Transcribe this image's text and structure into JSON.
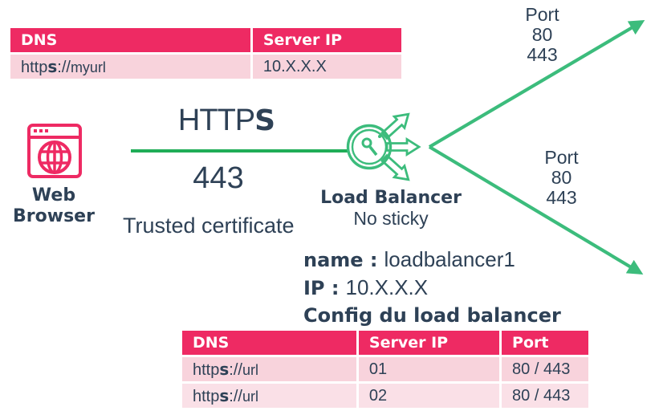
{
  "colors": {
    "crimson": "#EE2A63",
    "pink_row": "#F8D3DC",
    "pink_row_light": "#FAE0E7",
    "navy_text": "#2E4156",
    "green_line": "#1FAD57",
    "green_arrow": "#3CBC7C"
  },
  "top_table": {
    "headers": [
      "DNS",
      "Server IP"
    ],
    "row": {
      "dns": {
        "prefix": "http",
        "s": "s",
        "sep": "://",
        "host": "myurl"
      },
      "server_ip": "10.X.X.X"
    }
  },
  "browser": {
    "label_line1": "Web",
    "label_line2": "Browser"
  },
  "connection": {
    "protocol_regular": "HTTP",
    "protocol_bold": "S",
    "port": "443",
    "note": "Trusted certificate"
  },
  "load_balancer": {
    "label": "Load Balancer",
    "sub": "No sticky"
  },
  "config": {
    "name_label": "name :",
    "name_value": "loadbalancer1",
    "ip_label": "IP :",
    "ip_value": "10.X.X.X",
    "title": "Config du load balancer"
  },
  "ports_top": {
    "lines": [
      "Port",
      "80",
      "443"
    ]
  },
  "ports_right": {
    "lines": [
      "Port",
      "80",
      "443"
    ]
  },
  "bottom_table": {
    "headers": [
      "DNS",
      "Server IP",
      "Port"
    ],
    "rows": [
      {
        "dns": {
          "prefix": "http",
          "s": "s",
          "sep": "://",
          "host": "url"
        },
        "server_ip": "01",
        "port": "80 / 443"
      },
      {
        "dns": {
          "prefix": "http",
          "s": "s",
          "sep": "://",
          "host": "url"
        },
        "server_ip": "02",
        "port": "80 / 443"
      }
    ]
  }
}
